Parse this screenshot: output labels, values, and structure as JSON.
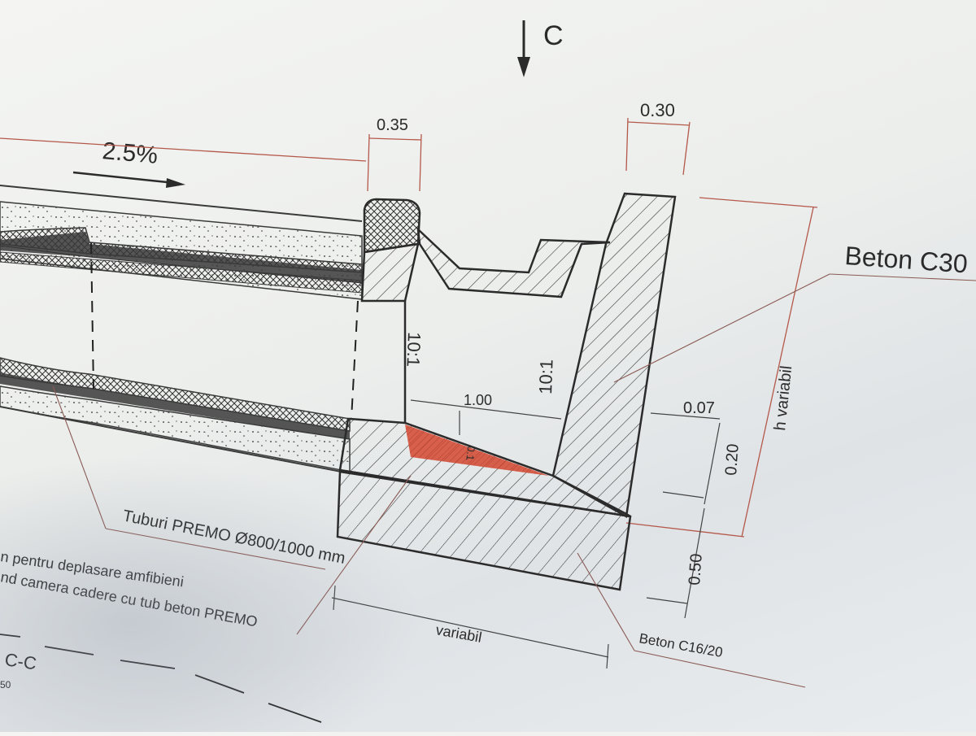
{
  "drawing": {
    "section_arrow_label": "C",
    "slope_label": "2.5%",
    "dimensions": {
      "wall_left": "0.35",
      "wall_right": "0.30",
      "bottom_width": "1.00",
      "batter_left": "10:1",
      "batter_right": "10:1",
      "height": "h variabil",
      "offset": "0.07",
      "step": "0.20",
      "slab": "0.50",
      "width": "variabil",
      "small_dim": "0.1"
    },
    "callouts": {
      "concrete_top": "Beton C30",
      "concrete_base": "Beton C16/20",
      "pipes": "Tuburi PREMO Ø800/1000 mm",
      "note_line1": "n pentru deplasare amfibieni",
      "note_line2": "nd camera cadere cu tub beton PREMO"
    },
    "section_title": "C-C",
    "scale_fragment": "50"
  },
  "colors": {
    "ink": "#2b2b2b",
    "dim_red": "#b4584a",
    "fill_red": "#d4472f",
    "paper": "#eef0ee"
  }
}
